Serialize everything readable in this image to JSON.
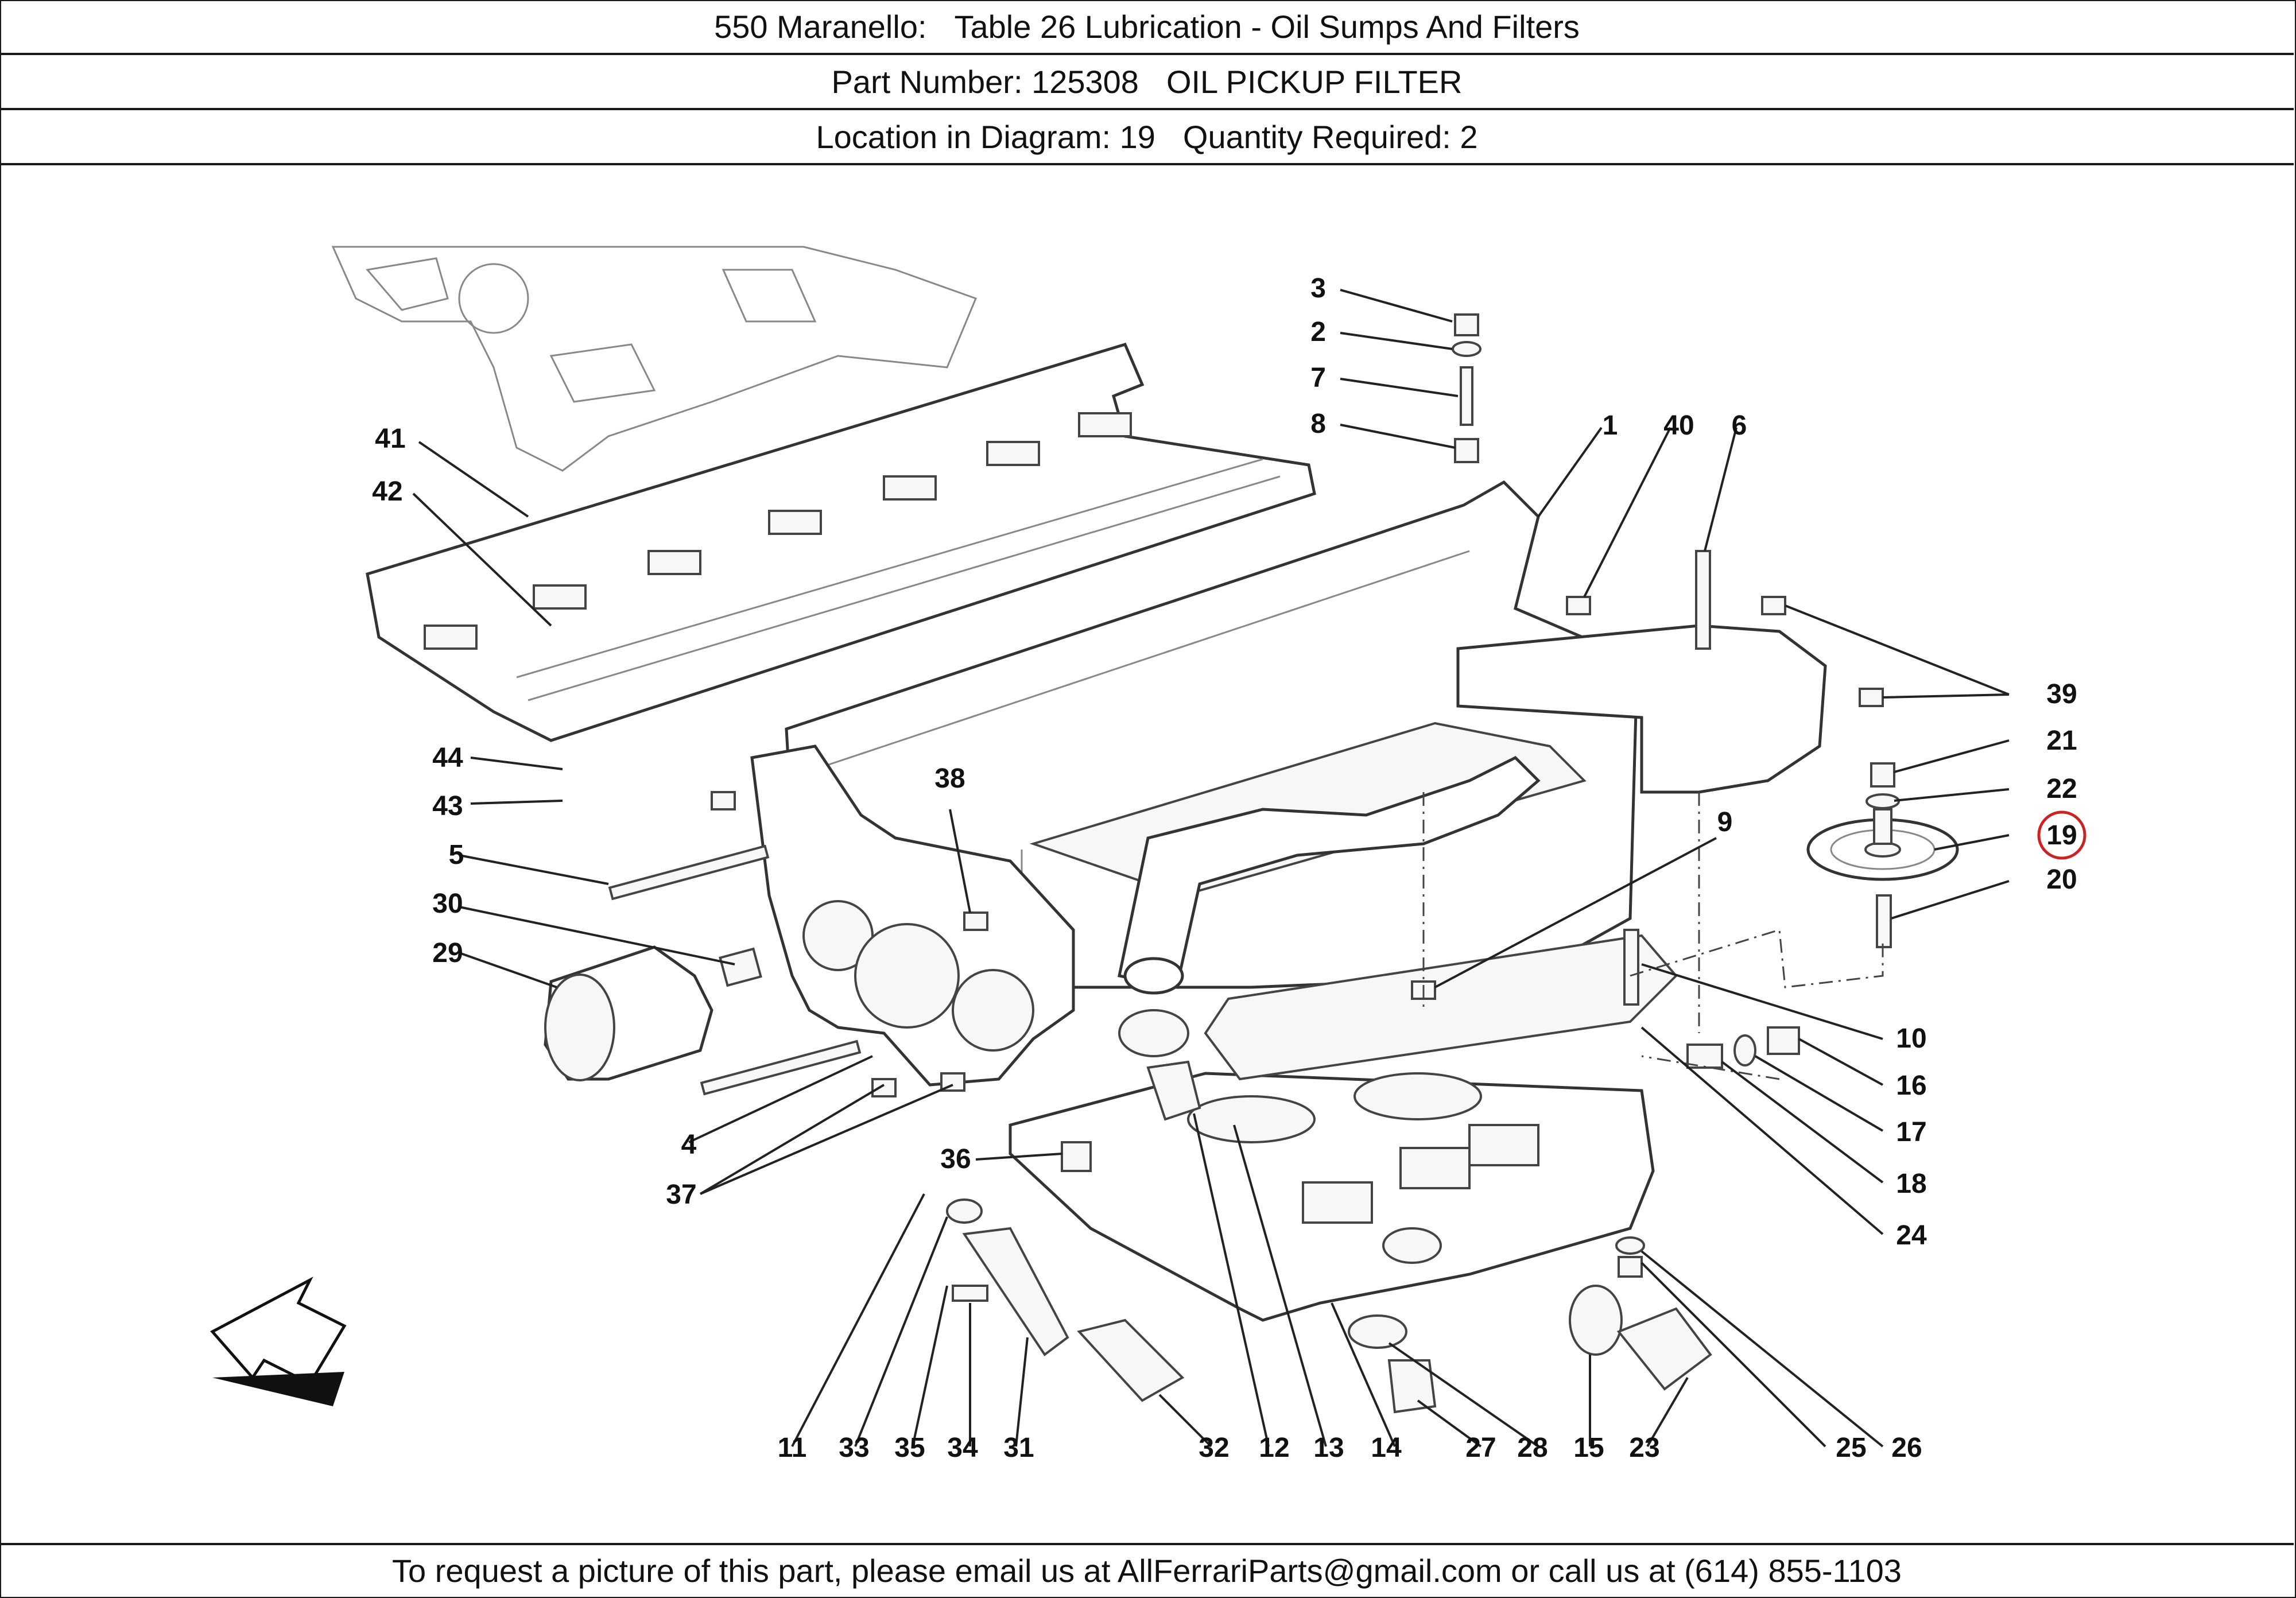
{
  "header": {
    "model": "550 Maranello:",
    "table": "Table 26 Lubrication - Oil Sumps And Filters",
    "part_number_label": "Part Number: 125308",
    "part_name": "OIL PICKUP FILTER",
    "location_label": "Location in Diagram: 19",
    "quantity_label": "Quantity Required: 2"
  },
  "highlight": {
    "callout": "19",
    "color": "#cc2222"
  },
  "callouts": {
    "c1": "1",
    "c2": "2",
    "c3": "3",
    "c4": "4",
    "c5": "5",
    "c6": "6",
    "c7": "7",
    "c8": "8",
    "c9": "9",
    "c10": "10",
    "c11": "11",
    "c12": "12",
    "c13": "13",
    "c14": "14",
    "c15": "15",
    "c16": "16",
    "c17": "17",
    "c18": "18",
    "c19": "19",
    "c20": "20",
    "c21": "21",
    "c22": "22",
    "c23": "23",
    "c24": "24",
    "c25": "25",
    "c26": "26",
    "c27": "27",
    "c28": "28",
    "c29": "29",
    "c30": "30",
    "c31": "31",
    "c32": "32",
    "c33": "33",
    "c34": "34",
    "c35": "35",
    "c36": "36",
    "c37": "37",
    "c38": "38",
    "c39": "39",
    "c40": "40",
    "c41": "41",
    "c42": "42",
    "c43": "43",
    "c44": "44"
  },
  "footer": {
    "text": "To request a picture of this part, please email us at AllFerrariParts@gmail.com or call us at (614) 855-1103"
  },
  "icons": {
    "direction": "arrow-icon"
  }
}
